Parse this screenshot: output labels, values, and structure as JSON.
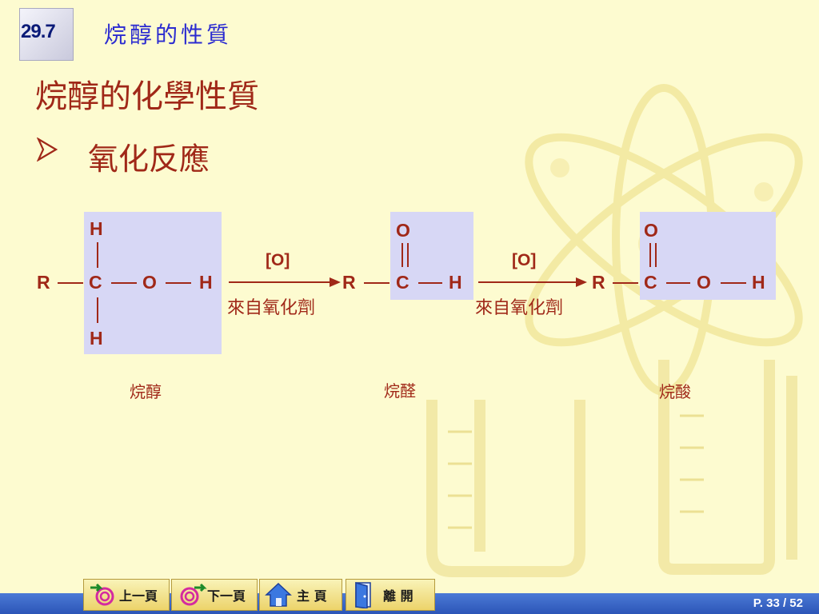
{
  "section": {
    "number": "29.7",
    "title": "烷醇的性質"
  },
  "main_title": "烷醇的化學性質",
  "bullet": "氧化反應",
  "reaction": {
    "alcohol": {
      "top_h": "H",
      "r": "R",
      "c": "C",
      "o": "O",
      "h": "H",
      "bottom_h": "H"
    },
    "step1": {
      "reagent": "[O]",
      "condition": "來自氧化劑"
    },
    "aldehyde": {
      "o": "O",
      "r": "R",
      "c": "C",
      "h": "H"
    },
    "step2": {
      "reagent": "[O]",
      "condition": "來自氧化劑"
    },
    "acid": {
      "o_top": "O",
      "r": "R",
      "c": "C",
      "o": "O",
      "h": "H"
    }
  },
  "labels": {
    "alcohol": "烷醇",
    "aldehyde": "烷醛",
    "acid": "烷酸"
  },
  "nav": {
    "prev": "上一頁",
    "next": "下一頁",
    "home": "主 頁",
    "exit": "離 開"
  },
  "page_indicator": "P. 33 / 52",
  "colors": {
    "background": "#fdfbd0",
    "chem_text": "#a02818",
    "section_title": "#2b2bd0",
    "bar": "#2c55b7",
    "highlight": "#d7d7f5"
  }
}
